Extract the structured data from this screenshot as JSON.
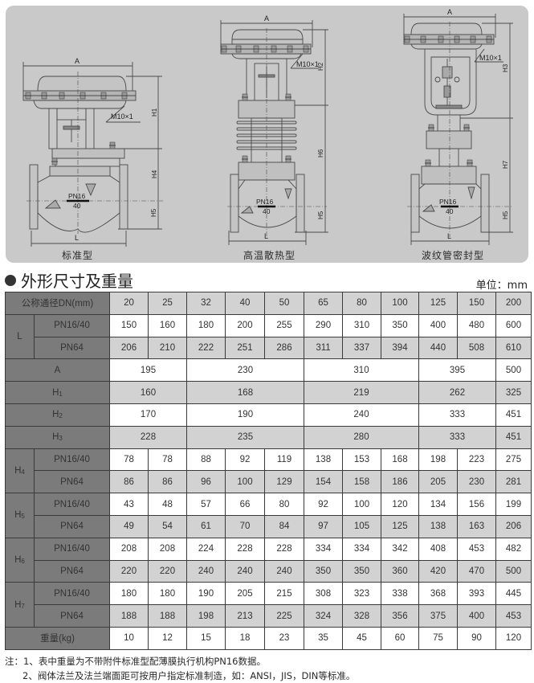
{
  "diagrams": [
    {
      "caption": "标准型",
      "labels": {
        "width": "A",
        "length": "L",
        "thread": "M10×1",
        "pressure_top": "PN16",
        "pressure_bottom": "40",
        "heights": [
          "H1",
          "H4",
          "H5"
        ]
      }
    },
    {
      "caption": "高温散热型",
      "labels": {
        "width": "A",
        "length": "L",
        "thread": "M10×1",
        "pressure_top": "PN16",
        "pressure_bottom": "40",
        "heights": [
          "H2",
          "H6",
          "H5"
        ]
      }
    },
    {
      "caption": "波纹管密封型",
      "labels": {
        "width": "A",
        "length": "L",
        "thread": "M10×1",
        "pressure_top": "PN16",
        "pressure_bottom": "40",
        "heights": [
          "H3",
          "H7",
          "H5"
        ]
      }
    }
  ],
  "section": {
    "title": "外形尺寸及重量",
    "unit": "单位：mm"
  },
  "table": {
    "header_label": "公称通径DN(mm)",
    "dn": [
      "20",
      "25",
      "32",
      "40",
      "50",
      "65",
      "80",
      "100",
      "125",
      "150",
      "200"
    ],
    "L": {
      "label": "L",
      "pn16_label": "PN16/40",
      "pn64_label": "PN64",
      "pn16": [
        "150",
        "160",
        "180",
        "200",
        "255",
        "290",
        "310",
        "350",
        "400",
        "480",
        "600"
      ],
      "pn64": [
        "206",
        "210",
        "222",
        "251",
        "286",
        "311",
        "337",
        "394",
        "440",
        "508",
        "610"
      ]
    },
    "A": {
      "label": "A",
      "groups": [
        "195",
        "230",
        "310",
        "395",
        "500"
      ]
    },
    "H1": {
      "label": "H",
      "sub": "1",
      "groups": [
        "160",
        "168",
        "219",
        "262",
        "325"
      ]
    },
    "H2": {
      "label": "H",
      "sub": "2",
      "groups": [
        "170",
        "190",
        "240",
        "333",
        "451"
      ]
    },
    "H3": {
      "label": "H",
      "sub": "3",
      "groups": [
        "228",
        "235",
        "280",
        "333",
        "451"
      ]
    },
    "H4": {
      "label": "H",
      "sub": "4",
      "pn16_label": "PN16/40",
      "pn64_label": "PN64",
      "pn16": [
        "78",
        "78",
        "88",
        "92",
        "119",
        "138",
        "153",
        "168",
        "198",
        "223",
        "275"
      ],
      "pn64": [
        "86",
        "86",
        "96",
        "100",
        "129",
        "154",
        "158",
        "186",
        "205",
        "230",
        "281"
      ]
    },
    "H5": {
      "label": "H",
      "sub": "5",
      "pn16_label": "PN16/40",
      "pn64_label": "PN64",
      "pn16": [
        "43",
        "48",
        "57",
        "66",
        "80",
        "92",
        "100",
        "120",
        "134",
        "156",
        "199"
      ],
      "pn64": [
        "49",
        "54",
        "61",
        "70",
        "84",
        "97",
        "105",
        "125",
        "138",
        "163",
        "206"
      ]
    },
    "H6": {
      "label": "H",
      "sub": "6",
      "pn16_label": "PN16/40",
      "pn64_label": "PN64",
      "pn16": [
        "208",
        "208",
        "224",
        "228",
        "228",
        "334",
        "334",
        "342",
        "408",
        "453",
        "482"
      ],
      "pn64": [
        "220",
        "220",
        "240",
        "240",
        "240",
        "350",
        "350",
        "360",
        "420",
        "470",
        "500"
      ]
    },
    "H7": {
      "label": "H",
      "sub": "7",
      "pn16_label": "PN16/40",
      "pn64_label": "PN64",
      "pn16": [
        "180",
        "180",
        "190",
        "205",
        "215",
        "308",
        "323",
        "338",
        "368",
        "393",
        "445"
      ],
      "pn64": [
        "188",
        "188",
        "198",
        "213",
        "225",
        "324",
        "328",
        "356",
        "375",
        "400",
        "453"
      ]
    },
    "weight": {
      "label": "重量(kg)",
      "values": [
        "10",
        "12",
        "15",
        "18",
        "23",
        "35",
        "45",
        "60",
        "75",
        "90",
        "120"
      ]
    }
  },
  "notes": [
    "注：1、表中重量为不带附件标准型配薄膜执行机构PN16数据。",
    "2、阀体法兰及法兰端面距可按用户指定标准制造，如：ANSI，JIS，DIN等标准。"
  ]
}
